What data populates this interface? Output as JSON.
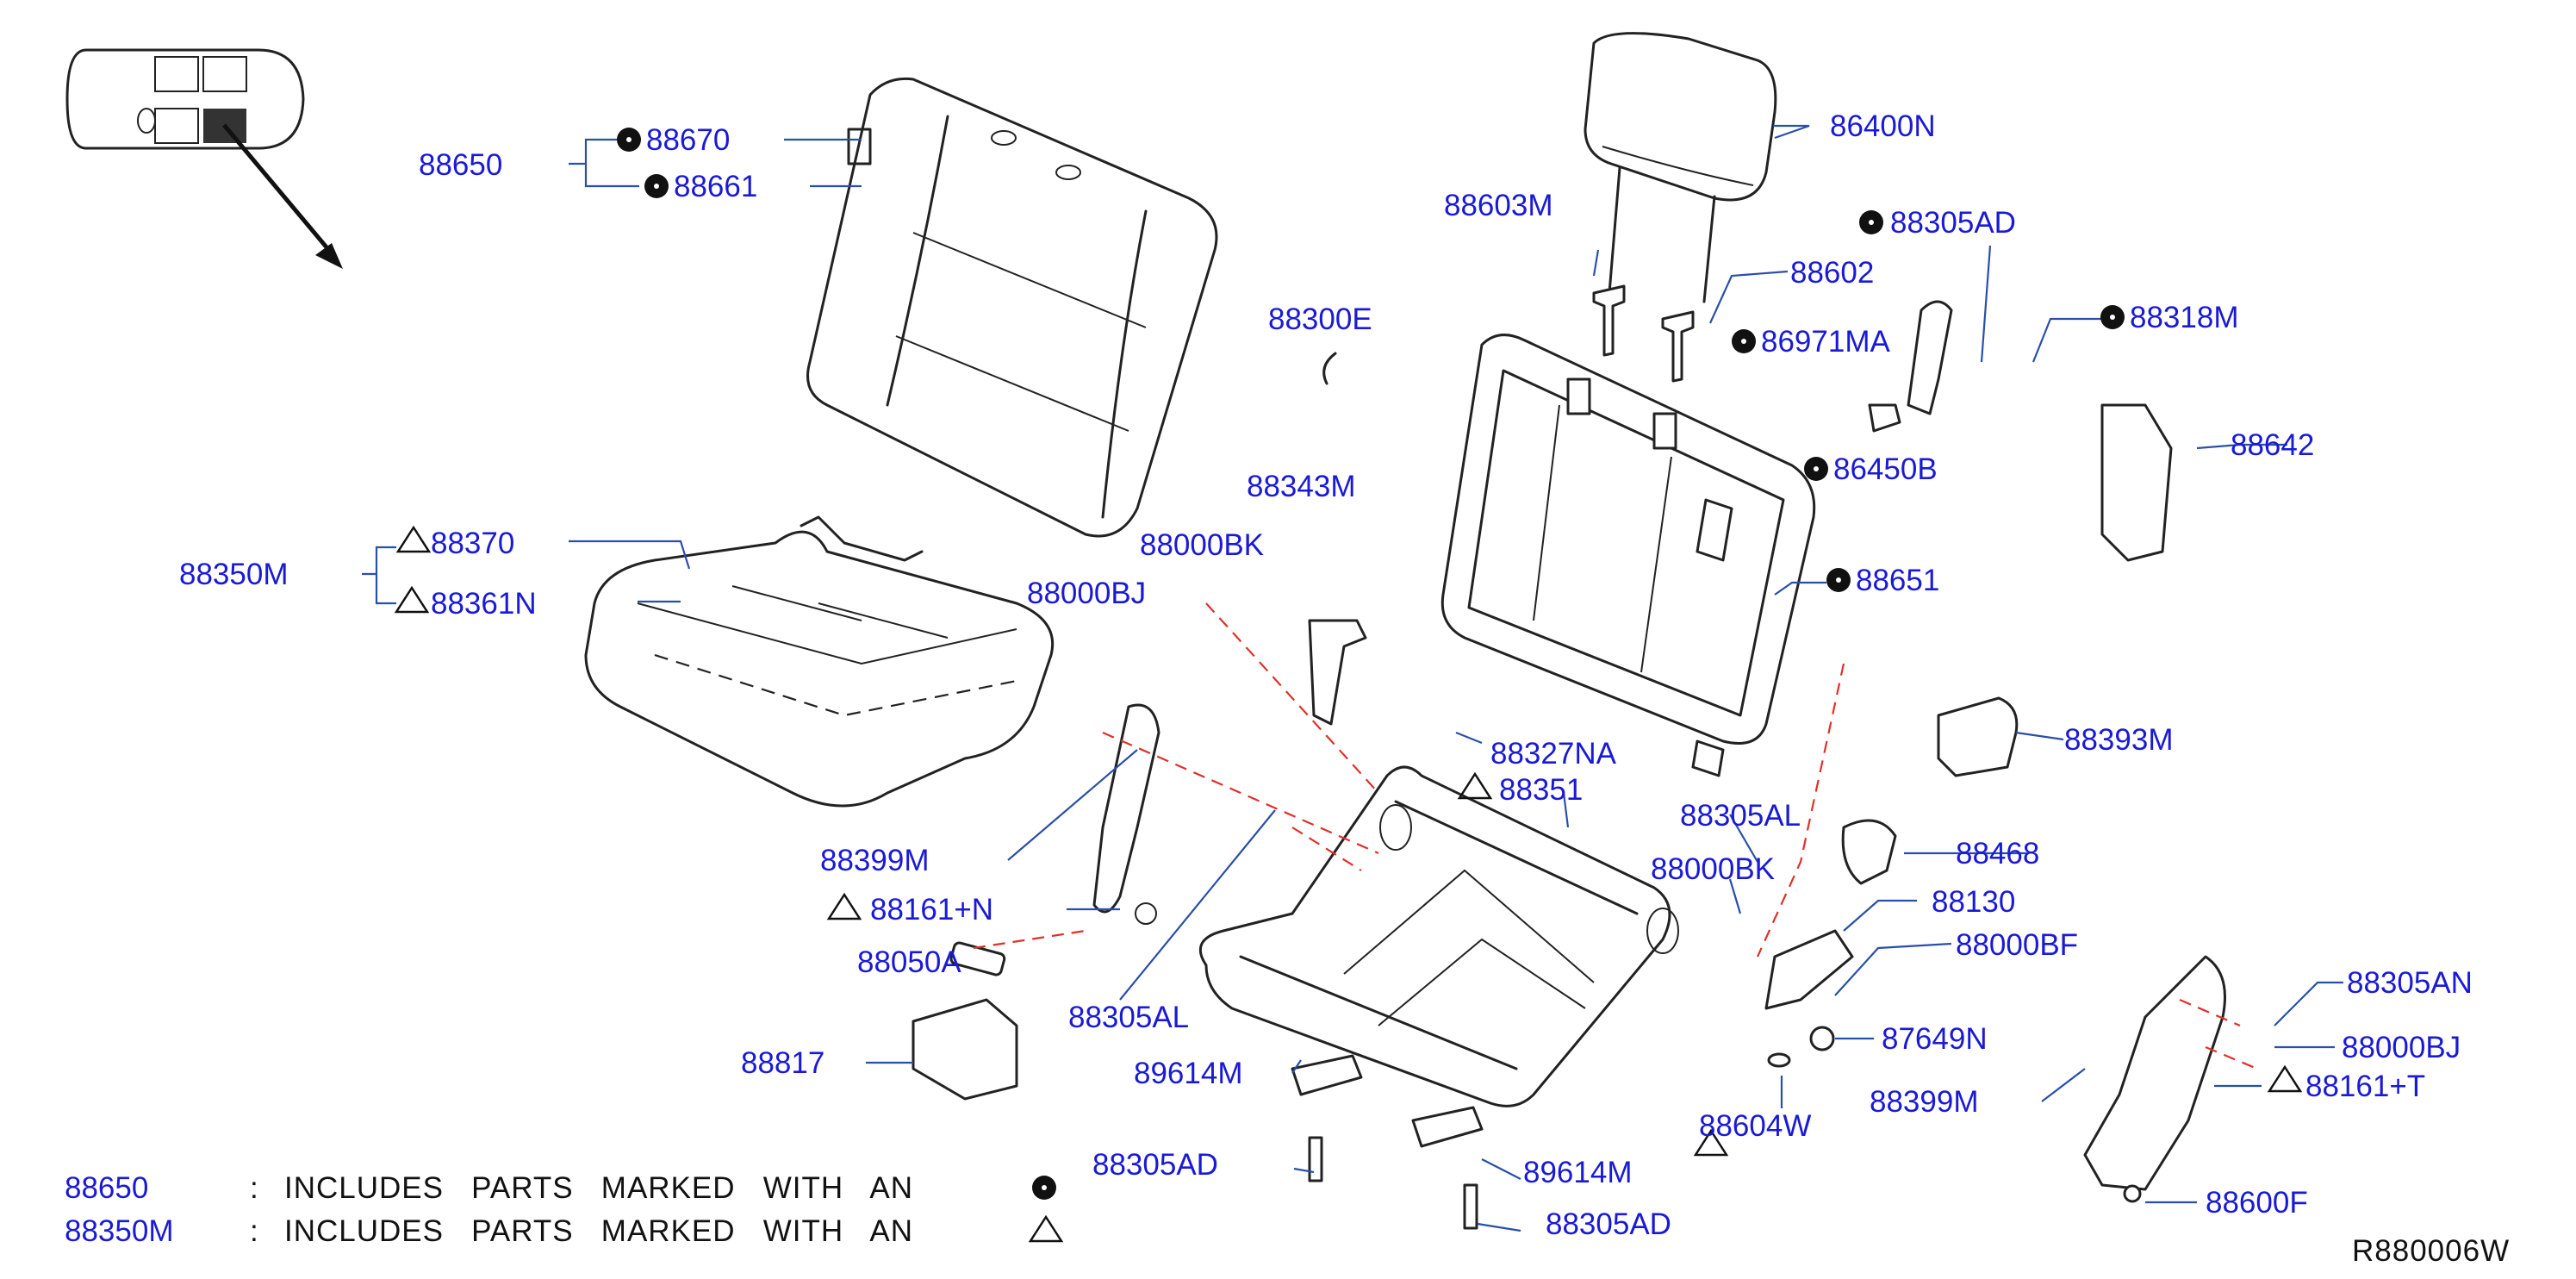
{
  "diagram_code": "R880006W",
  "callouts": {
    "c88650": "88650",
    "c88670": "88670",
    "c88661": "88661",
    "c88350m": "88350M",
    "c88370": "88370",
    "c88361n": "88361N",
    "c88300e": "88300E",
    "c88343m": "88343M",
    "c88000bk_a": "88000BK",
    "c88000bj_a": "88000BJ",
    "c88399m_a": "88399M",
    "c88161n": "88161+N",
    "c88050a": "88050A",
    "c88305al_a": "88305AL",
    "c88817": "88817",
    "c89614m_a": "89614M",
    "c88305ad_a": "88305AD",
    "c89614m_b": "89614M",
    "c88305ad_b": "88305AD",
    "c86400n": "86400N",
    "c88603m": "88603M",
    "c88602": "88602",
    "c88305ad_c": "88305AD",
    "c86971ma": "86971MA",
    "c88318m": "88318M",
    "c86450b": "86450B",
    "c88642": "88642",
    "c88651": "88651",
    "c88327na": "88327NA",
    "c88351": "88351",
    "c88393m": "88393M",
    "c88305al_b": "88305AL",
    "c88000bk_b": "88000BK",
    "c88468": "88468",
    "c88130": "88130",
    "c88000bf": "88000BF",
    "c87649n": "87649N",
    "c88604w": "88604W",
    "c88305an": "88305AN",
    "c88000bj_b": "88000BJ",
    "c88399m_b": "88399M",
    "c88161t": "88161+T",
    "c88600f": "88600F"
  },
  "legend": [
    {
      "part": "88650",
      "colon": ":",
      "text": "INCLUDES   PARTS   MARKED   WITH   AN",
      "symbol": "filled-dot"
    },
    {
      "part": "88350M",
      "colon": ":",
      "text": "INCLUDES   PARTS   MARKED   WITH   AN",
      "symbol": "triangle"
    }
  ],
  "colors": {
    "callout": "#1a1ad6",
    "leader": "#2a4fa8",
    "centerline": "#e0302a",
    "linework": "#222222"
  }
}
